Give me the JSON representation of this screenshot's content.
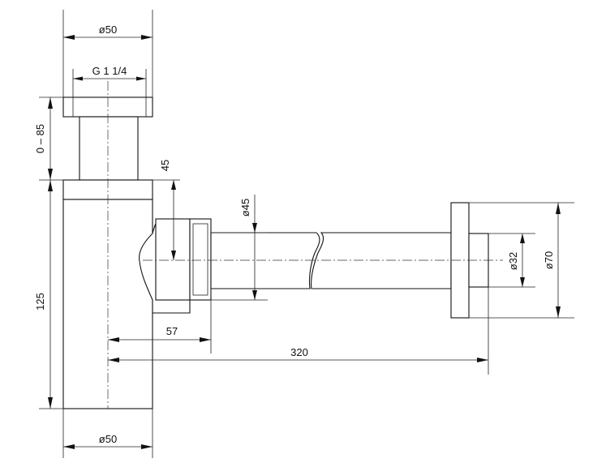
{
  "dimensions": {
    "top_diameter": "ø50",
    "thread": "G 1 1/4",
    "height_range": "0 – 85",
    "offset_45": "45",
    "body_height": "125",
    "pipe_diameter": "ø45",
    "wall_outlet_diameter": "ø32",
    "flange_diameter": "ø70",
    "axis_offset": "57",
    "total_length": "320",
    "bottom_diameter": "ø50"
  },
  "colors": {
    "line": "#111111",
    "background": "#ffffff"
  }
}
